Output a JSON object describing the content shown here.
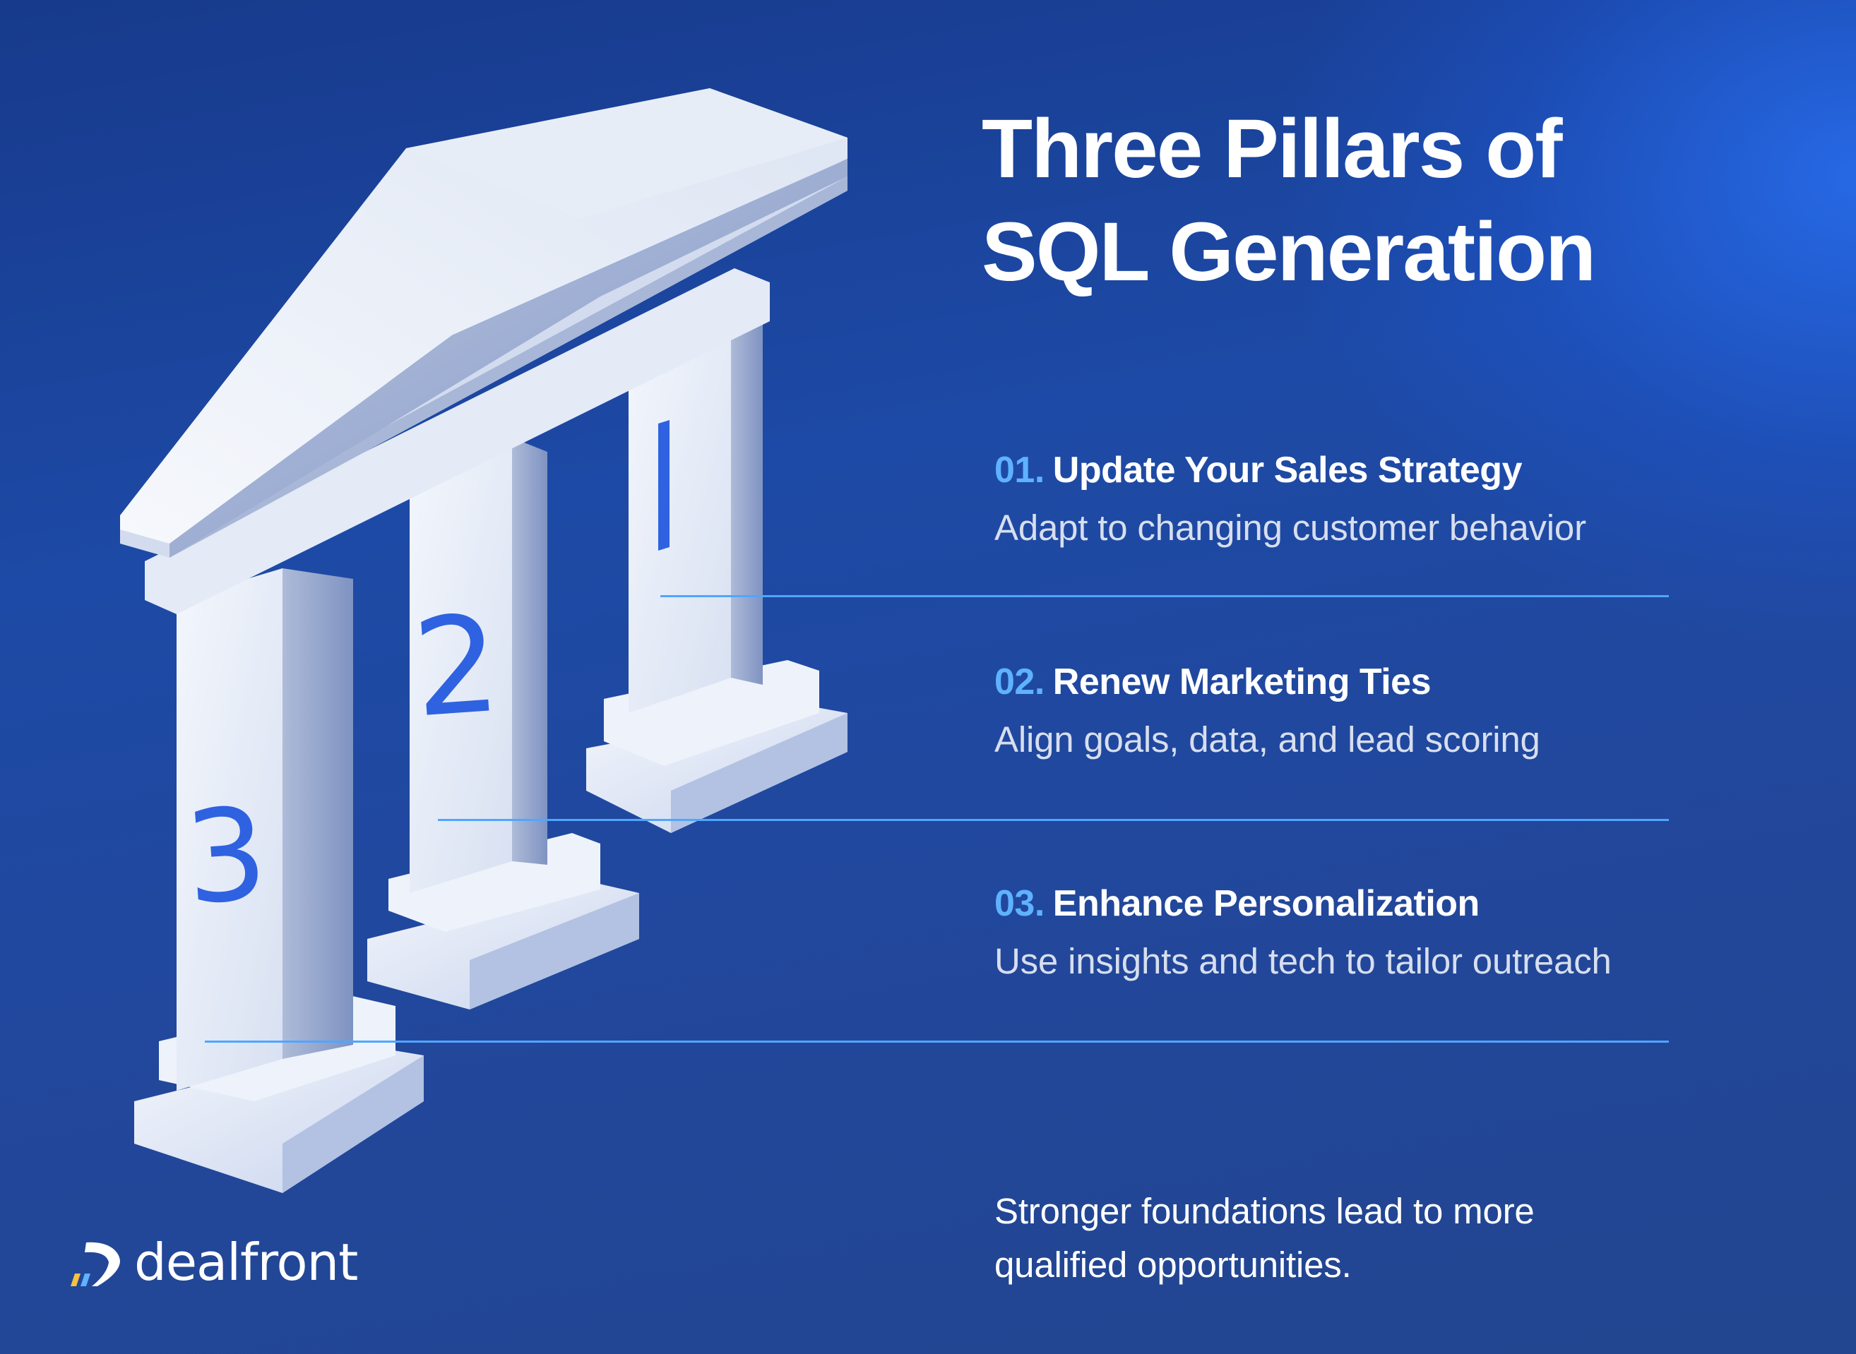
{
  "title": {
    "line1": "Three Pillars of",
    "line2": "SQL Generation"
  },
  "pillars": [
    {
      "number": "01.",
      "heading": "Update Your Sales Strategy",
      "description": "Adapt to changing customer behavior",
      "pillar_label": "1"
    },
    {
      "number": "02.",
      "heading": "Renew Marketing Ties",
      "description": "Align goals, data, and lead scoring",
      "pillar_label": "2"
    },
    {
      "number": "03.",
      "heading": "Enhance Personalization",
      "description": "Use insights and tech to tailor outreach",
      "pillar_label": "3"
    }
  ],
  "tagline": {
    "line1": "Stronger foundations lead to more",
    "line2": "qualified opportunities."
  },
  "brand": {
    "name": "dealfront",
    "icon": "dealfront-logo-icon"
  },
  "colors": {
    "background_dark": "#173a8c",
    "background_light": "#2a6ee8",
    "accent_number": "#5fb2ff",
    "divider": "#4fa6ff",
    "pillar_digit": "#2f62e0",
    "logo_yellow": "#f5c242",
    "logo_blue": "#5fb2ff"
  }
}
